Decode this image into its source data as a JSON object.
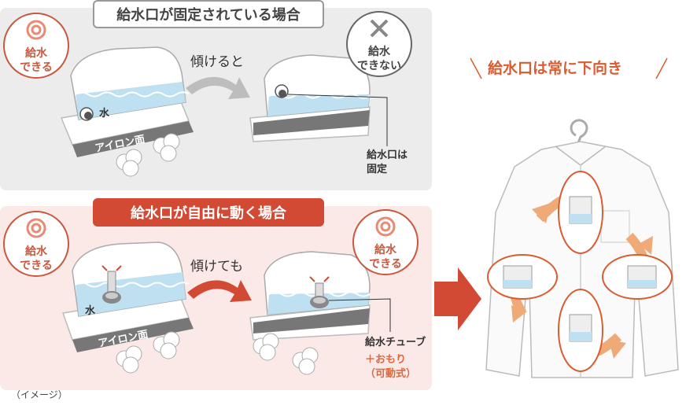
{
  "top_section": {
    "title": "給水口が固定されている場合",
    "badge_ok": {
      "line1": "給水",
      "line2": "できる"
    },
    "badge_ng": {
      "line1": "給水",
      "line2": "できない"
    },
    "tilt_label": "傾けると",
    "water_label": "水",
    "iron_face_label": "アイロン面",
    "inlet_note": {
      "line1": "給水口は",
      "line2": "固定"
    }
  },
  "bottom_section": {
    "title": "給水口が自由に動く場合",
    "badge_ok_left": {
      "line1": "給水",
      "line2": "できる"
    },
    "badge_ok_right": {
      "line1": "給水",
      "line2": "できる"
    },
    "tilt_label": "傾けても",
    "water_label": "水",
    "iron_face_label": "アイロン面",
    "tube_note": "給水チューブ",
    "weight_note": {
      "line1": "＋おもり",
      "line2": "（可動式）"
    }
  },
  "right_section": {
    "headline": "給水口は常に下向き"
  },
  "footnote": "（イメージ）",
  "colors": {
    "accent_red": "#d24a34",
    "orange": "#e8a06d",
    "water": "#bfe0f0",
    "gray_panel": "#ececec",
    "pink_panel": "#fbe9e7"
  }
}
